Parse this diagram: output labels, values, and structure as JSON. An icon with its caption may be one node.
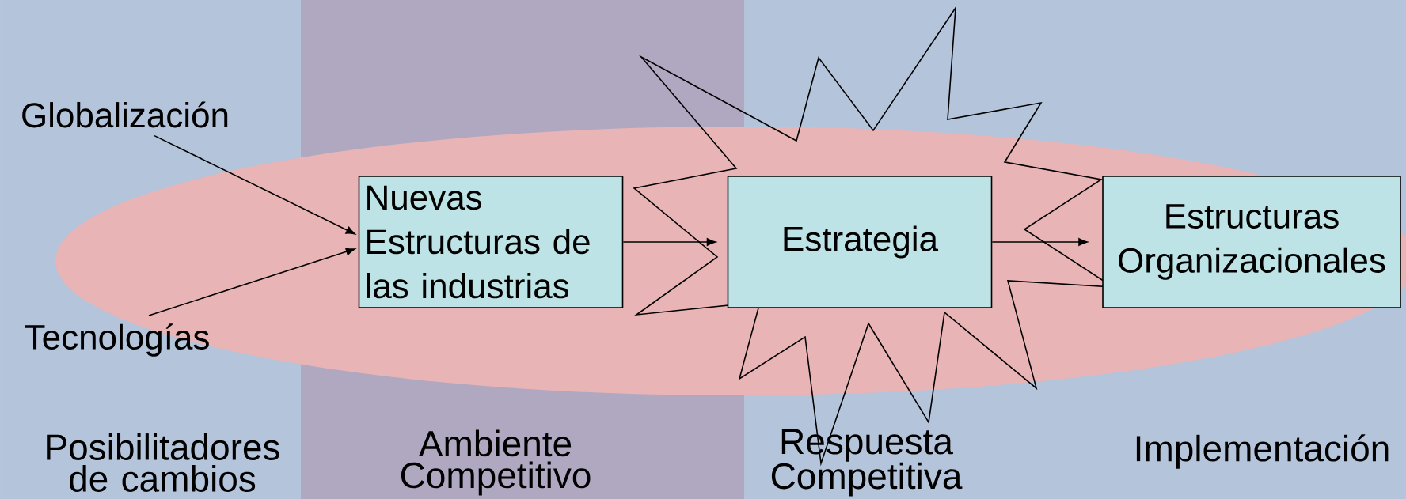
{
  "diagram": {
    "nodes": [
      {
        "text": [
          "Globalización"
        ]
      },
      {
        "text": [
          "Tecnologías"
        ]
      },
      {
        "text": [
          "Nuevas Estructuras de las industrias"
        ]
      },
      {
        "text": [
          "Estrategia"
        ]
      },
      {
        "text": [
          "Estructuras Organizacionales"
        ]
      }
    ],
    "edges": [
      {
        "from": 0,
        "to": 2,
        "arrow": "to"
      },
      {
        "from": 1,
        "to": 2,
        "arrow": "to"
      },
      {
        "from": 2,
        "to": 3,
        "arrow": "to"
      },
      {
        "from": 3,
        "to": 4,
        "arrow": "to"
      }
    ],
    "labels": [
      "Posibilitadores de cambios",
      "Ambiente Competitivo",
      "Respuesta Competitiva",
      "Implementación"
    ]
  }
}
